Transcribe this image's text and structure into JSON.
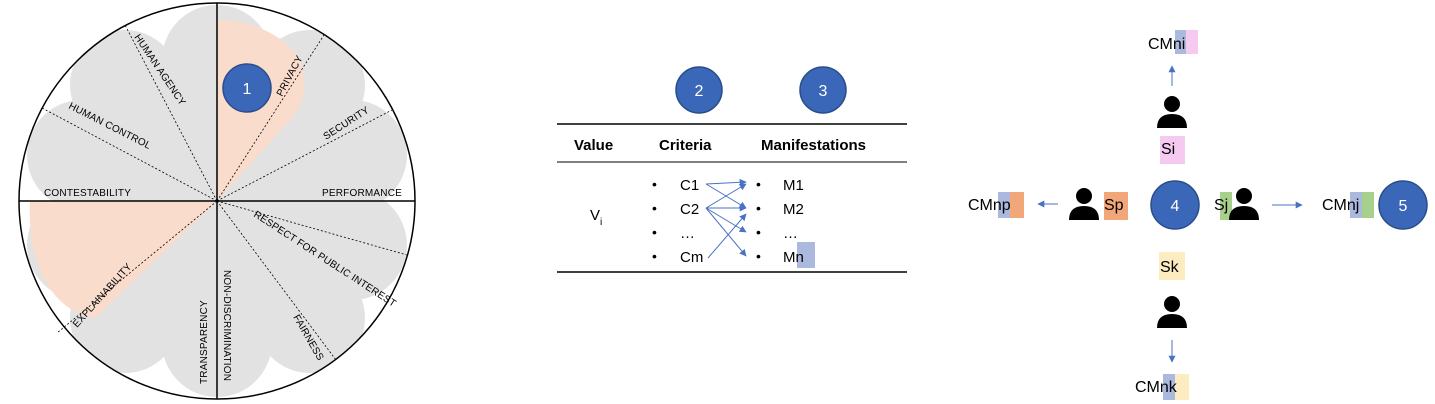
{
  "wheel": {
    "labels": {
      "privacy": "PRIVACY",
      "security": "SECURITY",
      "performance": "PERFORMANCE",
      "respect": "RESPECT FOR PUBLIC INTEREST",
      "fairness": "FAIRNESS",
      "nondiscrimination": "NON-DISCRIMINATION",
      "transparency": "TRANSPARENCY",
      "explainability": "EXPLAINABILITY",
      "contestability": "CONTESTABILITY",
      "humancontrol": "HUMAN CONTROL",
      "humanagency": "HUMAN AGENCY"
    },
    "badge": "1"
  },
  "table": {
    "badges": [
      "2",
      "3"
    ],
    "headers": {
      "value": "Value",
      "criteria": "Criteria",
      "manifestations": "Manifestations"
    },
    "value_main": "V",
    "value_sub": "i",
    "criteria": [
      "C1",
      "C2",
      "…",
      "Cm"
    ],
    "manifestations": [
      "M1",
      "M2",
      "…",
      "Mn"
    ]
  },
  "stakeholders": {
    "center_badge": "4",
    "side_badge": "5",
    "top": {
      "cm": "CM",
      "suffix": "ni",
      "label": "Si"
    },
    "left": {
      "cm": "CM",
      "suffix": "np",
      "label": "Sp"
    },
    "right": {
      "cm": "CM",
      "suffix": "nj",
      "label": "Sj"
    },
    "bottom": {
      "cm": "CM",
      "suffix": "nk",
      "label": "Sk"
    }
  },
  "colors": {
    "badge_blue": "#3b67b8",
    "badge_border": "#2a4d8c",
    "cloud_grey": "#e2e2e2",
    "highlight_peach": "#f9dccb",
    "arrow_blue": "#4a72c4",
    "swatch_blue": "#aab9dd",
    "swatch_pink": "#f6c9f0",
    "swatch_orange": "#f2a77a",
    "swatch_green": "#a8d08d",
    "swatch_yellow": "#fcecbf"
  }
}
